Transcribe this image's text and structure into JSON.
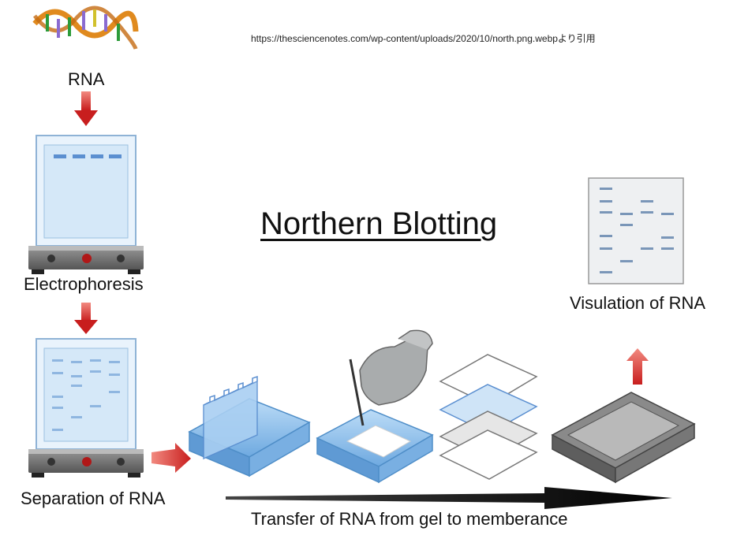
{
  "citation": "https://thesciencenotes.com/wp-content/uploads/2020/10/north.png.webpより引用",
  "title": "Northern Blotting",
  "labels": {
    "rna": "RNA",
    "electrophoresis": "Electrophoresis",
    "separation": "Separation of RNA",
    "visualization": "Visulation of RNA",
    "transfer": "Transfer of  RNA  from gel to memberance"
  },
  "colors": {
    "arrow_red": "#d9342b",
    "gel_blue": "#cfe4f7",
    "band_blue": "#5b8fd0",
    "tray_blue": "#7fb6ea",
    "device_gray": "#6b6b6b",
    "dna_orange": "#e08a1e"
  }
}
